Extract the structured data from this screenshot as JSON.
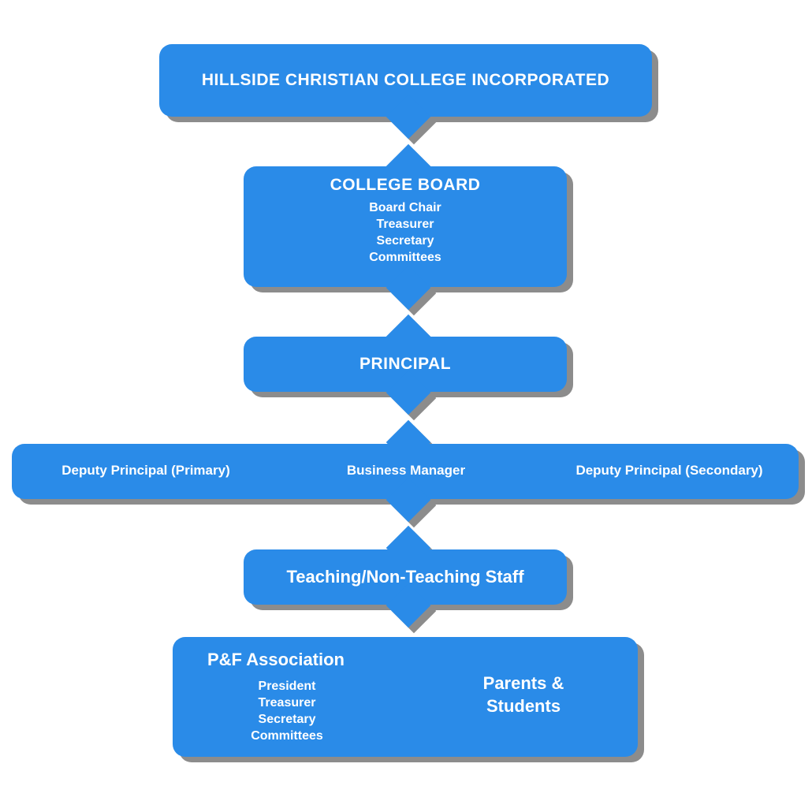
{
  "colors": {
    "box": "#2a8be8",
    "shadow": "#8c8c8c",
    "text": "#ffffff",
    "background": "#ffffff"
  },
  "incorporated": {
    "title": "HILLSIDE CHRISTIAN COLLEGE INCORPORATED"
  },
  "board": {
    "title": "COLLEGE BOARD",
    "members": [
      "Board Chair",
      "Treasurer",
      "Secretary",
      "Committees"
    ]
  },
  "principal": {
    "title": "PRINCIPAL"
  },
  "management": {
    "items": [
      "Deputy Principal (Primary)",
      "Business Manager",
      "Deputy Principal (Secondary)"
    ]
  },
  "staff": {
    "title": "Teaching/Non-Teaching Staff"
  },
  "community": {
    "pf_title": "P&F Association",
    "pf_members": [
      "President",
      "Treasurer",
      "Secretary",
      "Committees"
    ],
    "parents_line1": "Parents &",
    "parents_line2": "Students"
  }
}
